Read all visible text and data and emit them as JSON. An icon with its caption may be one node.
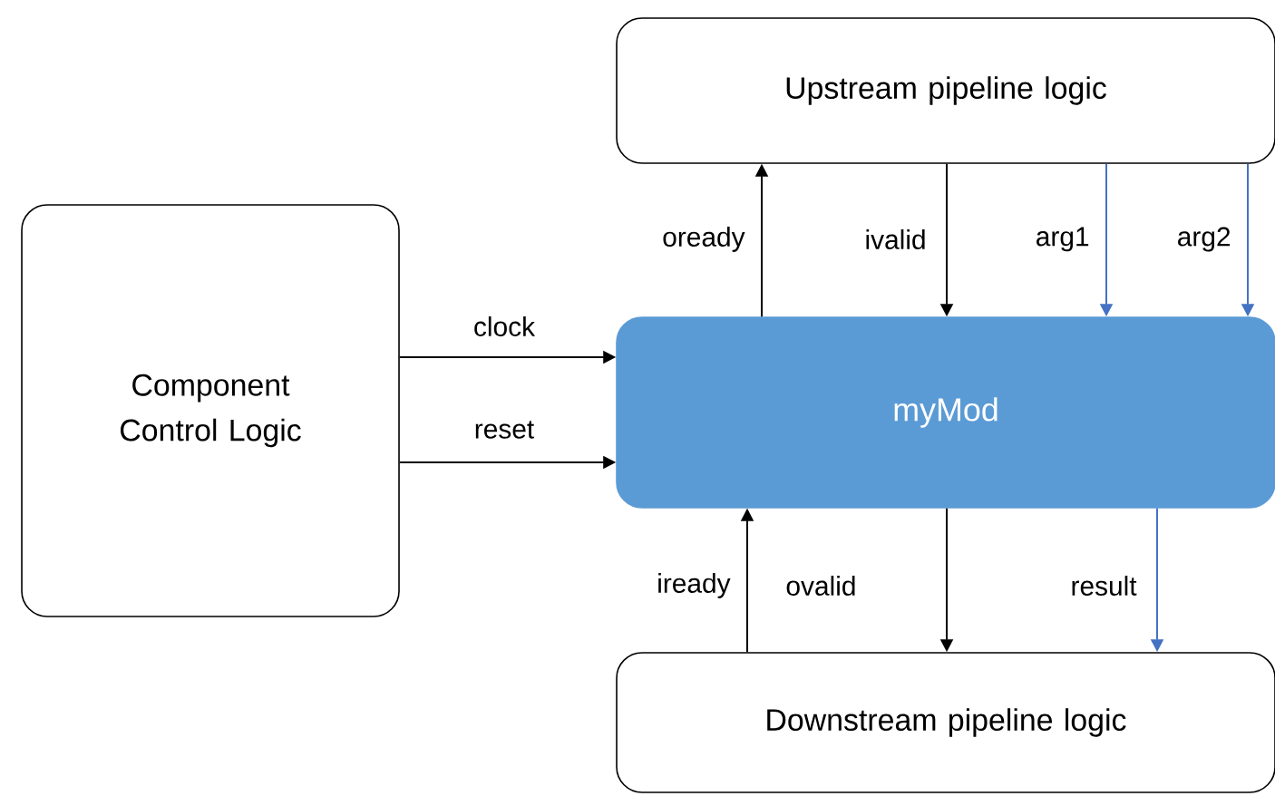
{
  "diagram": {
    "nodes": [
      {
        "text": [
          "Upstream pipeline logic"
        ]
      },
      {
        "text": [
          "Component Control Logic"
        ]
      },
      {
        "text": [
          "myMod"
        ]
      },
      {
        "text": [
          "Downstream pipeline logic"
        ]
      }
    ],
    "edges": [
      {
        "from": 1,
        "to": 2,
        "arrow": "to",
        "label": "clock"
      },
      {
        "from": 1,
        "to": 2,
        "arrow": "to",
        "label": "reset"
      },
      {
        "from": 2,
        "to": 0,
        "arrow": "to",
        "label": "oready"
      },
      {
        "from": 0,
        "to": 2,
        "arrow": "to",
        "label": "ivalid"
      },
      {
        "from": 0,
        "to": 2,
        "arrow": "to",
        "label": "arg1",
        "color": "#4472c4"
      },
      {
        "from": 0,
        "to": 2,
        "arrow": "to",
        "label": "arg2",
        "color": "#4472c4"
      },
      {
        "from": 3,
        "to": 2,
        "arrow": "to",
        "label": "iready"
      },
      {
        "from": 2,
        "to": 3,
        "arrow": "to",
        "label": "ovalid"
      },
      {
        "from": 2,
        "to": 3,
        "arrow": "to",
        "label": "result",
        "color": "#4472c4"
      }
    ]
  }
}
